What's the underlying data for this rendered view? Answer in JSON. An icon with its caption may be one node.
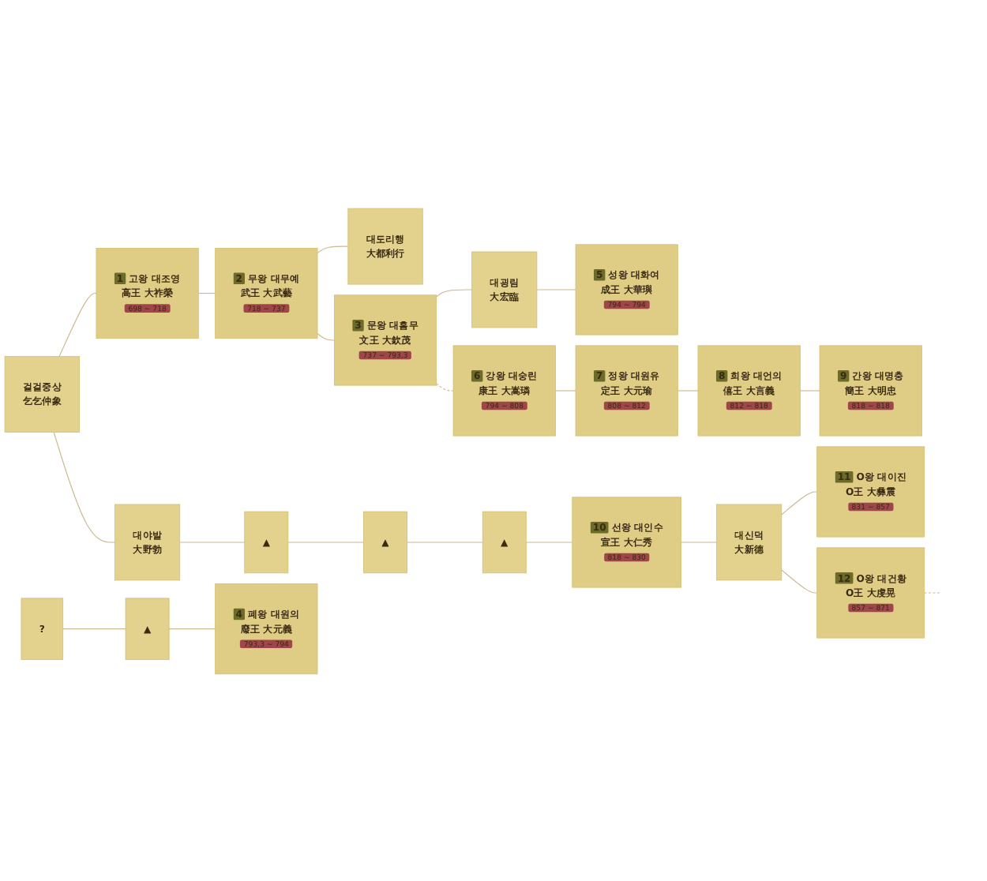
{
  "diagram": {
    "nodes": [
      {
        "text": [
          "걸걸중상",
          "乞乞仲象"
        ]
      },
      {
        "text": [
          "1",
          "고왕 대조영",
          "高王 大祚榮",
          "698 ~ 718"
        ]
      },
      {
        "text": [
          "2",
          "무왕 대무예",
          "武王 大武藝",
          "718 ~ 737"
        ]
      },
      {
        "text": [
          "대도리행",
          "大都利行"
        ]
      },
      {
        "text": [
          "3",
          "문왕 대흠무",
          "文王 大欽茂",
          "737 ~ 793,3"
        ]
      },
      {
        "text": [
          "대굉림",
          "大宏臨"
        ]
      },
      {
        "text": [
          "5",
          "성왕 대화여",
          "成王 大華璵",
          "794 ~ 794"
        ]
      },
      {
        "text": [
          "?"
        ]
      },
      {
        "text": [
          "▲"
        ]
      },
      {
        "text": [
          "4",
          "폐왕 대원의",
          "廢王 大元義",
          "793,3 ~ 794"
        ]
      },
      {
        "text": [
          "6",
          "강왕 대숭린",
          "康王 大嵩璘",
          "794 ~ 808"
        ]
      },
      {
        "text": [
          "7",
          "정왕 대원유",
          "定王 大元瑜",
          "808 ~ 812"
        ]
      },
      {
        "text": [
          "8",
          "희왕 대언의",
          "僖王 大言義",
          "812 ~ 818"
        ]
      },
      {
        "text": [
          "9",
          "간왕 대명충",
          "簡王 大明忠",
          "818 ~ 818"
        ]
      },
      {
        "text": [
          "대야발",
          "大野勃"
        ]
      },
      {
        "text": [
          "▲"
        ]
      },
      {
        "text": [
          "▲"
        ]
      },
      {
        "text": [
          "▲"
        ]
      },
      {
        "text": [
          "10",
          "선왕 대인수",
          "宣王 大仁秀",
          "818 ~ 830"
        ]
      },
      {
        "text": [
          "대신덕",
          "大新德"
        ]
      },
      {
        "text": [
          "11",
          "O왕 대이진",
          "O王 大彝震",
          "831 ~ 857"
        ]
      },
      {
        "text": [
          "12",
          "O왕 대건황",
          "O王 大虔晃",
          "857 ~ 871"
        ]
      }
    ],
    "edges": [
      {
        "from": 0,
        "to": 1,
        "arrow": "none"
      },
      {
        "from": 1,
        "to": 2,
        "arrow": "none"
      },
      {
        "from": 2,
        "to": 3,
        "arrow": "none"
      },
      {
        "from": 2,
        "to": 4,
        "arrow": "none"
      },
      {
        "from": 4,
        "to": 5,
        "arrow": "none"
      },
      {
        "from": 5,
        "to": 6,
        "arrow": "none"
      },
      {
        "from": 7,
        "to": 8,
        "arrow": "none"
      },
      {
        "from": 8,
        "to": 9,
        "arrow": "none"
      },
      {
        "from": 4,
        "to": 10,
        "arrow": "none",
        "style": "dashed"
      },
      {
        "from": 10,
        "to": 11,
        "arrow": "none"
      },
      {
        "from": 11,
        "to": 12,
        "arrow": "none"
      },
      {
        "from": 12,
        "to": 13,
        "arrow": "none"
      },
      {
        "from": 0,
        "to": 14,
        "arrow": "none"
      },
      {
        "from": 14,
        "to": 15,
        "arrow": "none"
      },
      {
        "from": 15,
        "to": 16,
        "arrow": "none"
      },
      {
        "from": 16,
        "to": 17,
        "arrow": "none"
      },
      {
        "from": 17,
        "to": 18,
        "arrow": "none"
      },
      {
        "from": 18,
        "to": 19,
        "arrow": "none"
      },
      {
        "from": 19,
        "to": 20,
        "arrow": "none"
      },
      {
        "from": 19,
        "to": 21,
        "arrow": "none"
      },
      {
        "from": 21,
        "to": null,
        "arrow": "none",
        "style": "dashed"
      }
    ]
  }
}
